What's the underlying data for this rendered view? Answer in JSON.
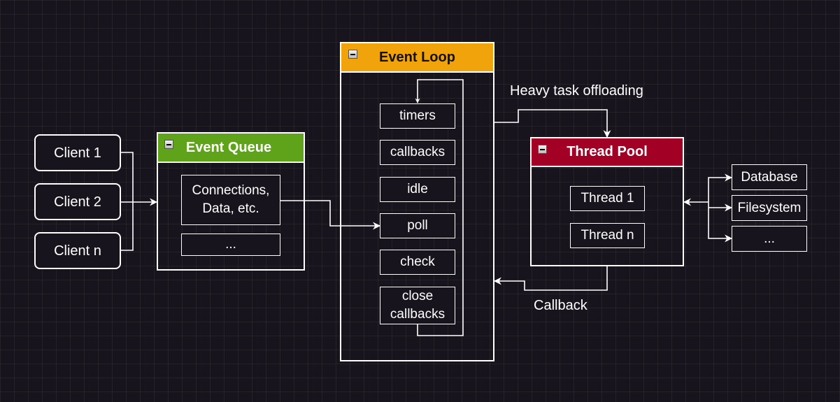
{
  "clients": [
    "Client 1",
    "Client 2",
    "Client n"
  ],
  "event_queue": {
    "title": "Event Queue",
    "header_color": "#5fa31a",
    "items": [
      "Connections,\nData, etc.",
      "..."
    ]
  },
  "event_loop": {
    "title": "Event Loop",
    "header_color": "#f0a30a",
    "phases": [
      "timers",
      "callbacks",
      "idle",
      "poll",
      "check",
      "close\ncallbacks"
    ]
  },
  "thread_pool": {
    "title": "Thread Pool",
    "header_color": "#a20025",
    "threads": [
      "Thread 1",
      "Thread n"
    ]
  },
  "resources": [
    "Database",
    "Filesystem",
    "..."
  ],
  "edge_labels": {
    "offload": "Heavy task offloading",
    "callback": "Callback"
  },
  "colors": {
    "background": "#18141d",
    "stroke": "#ffffff"
  }
}
